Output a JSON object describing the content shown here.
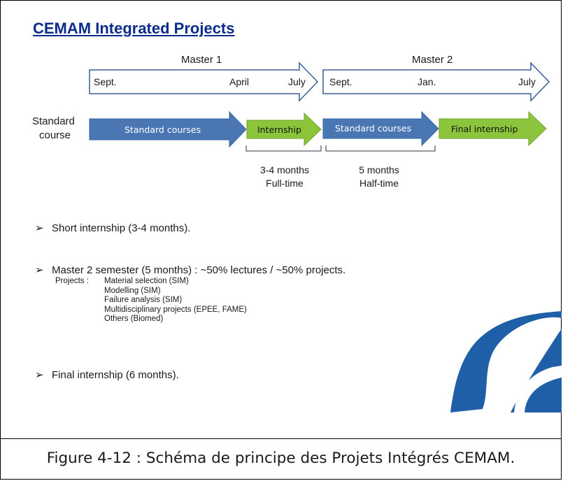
{
  "slide": {
    "title": "CEMAM Integrated Projects",
    "master1": "Master 1",
    "master2": "Master 2",
    "timeline1": [
      "Sept.",
      "April",
      "July"
    ],
    "timeline2": [
      "Sept.",
      "Jan.",
      "July"
    ],
    "row_label_line1": "Standard",
    "row_label_line2": "course",
    "bars": [
      "Standard courses",
      "Internship",
      "Standard courses",
      "Final internship"
    ],
    "dur1_line1": "3-4 months",
    "dur1_line2": "Full-time",
    "dur2_line1": "5 months",
    "dur2_line2": "Half-time",
    "bullet1": "Short internship (3-4 months).",
    "bullet2": "Master 2 semester (5 months) : ~50% lectures / ~50% projects.",
    "projects_label": "Projects :",
    "projects": [
      "Material selection (SIM)",
      "Modelling (SIM)",
      "Failure analysis (SIM)",
      "Multidisciplinary projects (EPEE, FAME)",
      "Others (Biomed)"
    ],
    "bullet3": "Final internship (6 months).",
    "bullet_glyph": "➢"
  },
  "caption": "Figure 4-12 : Schéma de principe des Projets Intégrés CEMAM.",
  "colors": {
    "blue": "#4a77b4",
    "green": "#8cc43c",
    "title": "#0b2c8c",
    "logo": "#1f5fa8"
  }
}
